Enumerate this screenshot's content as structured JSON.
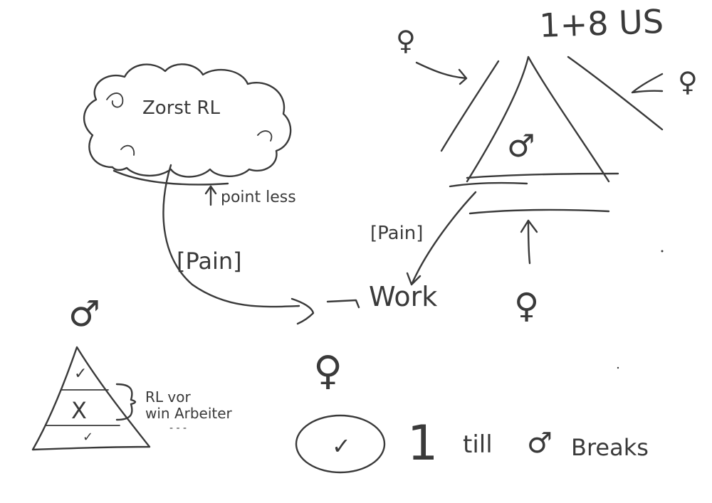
{
  "labels": {
    "top_right": "1+8 US",
    "cloud": "Zorst RL",
    "pointless": "point less",
    "pain_left": "[Pain]",
    "pain_right": "[Pain]",
    "work": "Work",
    "pyramid_note_1": "RL vor",
    "pyramid_note_2": "win Arbeiter",
    "pyramid_note_3": "- - -",
    "one": "1",
    "till": "till",
    "breaks": "Breaks"
  },
  "symbols": {
    "male": "♂",
    "female": "♀",
    "check": "✓",
    "cross": "X"
  },
  "colors": {
    "ink": "#3a3a3a",
    "background": "#ffffff"
  }
}
